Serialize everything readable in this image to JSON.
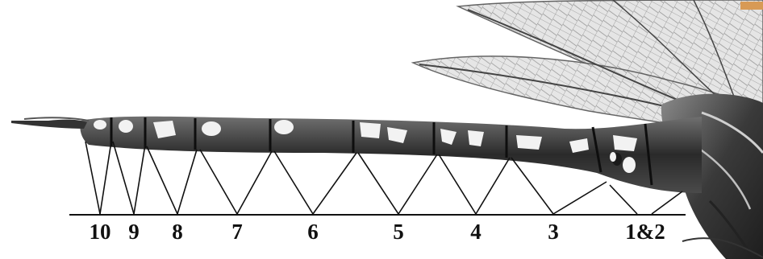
{
  "figure": {
    "description_hidden": "",
    "segment_labels": [
      "10",
      "9",
      "8",
      "7",
      "6",
      "5",
      "4",
      "3",
      "1&2"
    ]
  },
  "colors": {
    "abdomen_dark": "#2a2a2a",
    "abdomen_mid": "#5b5b5b",
    "spots": "#f2f2f2",
    "wing_vein": "#6a6a6a",
    "wing_fill": "#dcdcdc",
    "thorax": "#3a3a3a",
    "lines": "#111111"
  }
}
